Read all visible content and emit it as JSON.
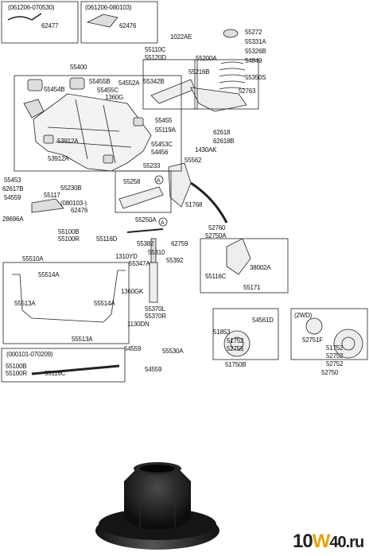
{
  "diagram": {
    "boxes": {
      "box_top_left": "(061206-070530)",
      "box_top_mid": "(061206-080103)",
      "box_2wd": "(2WD)",
      "box_bottom": "(000101-070209)",
      "box_080103": "(080103-)"
    },
    "parts": {
      "p62477": "62477",
      "p62476a": "62476",
      "p1022AE": "1022AE",
      "p55272": "55272",
      "p55331A": "55331A",
      "p55326B": "55326B",
      "p54849": "54849",
      "p55110C": "55110C",
      "p55120D": "55120D",
      "p55200A": "55200A",
      "p55350S": "55350S",
      "p55216B": "55216B",
      "p55400": "55400",
      "p55455B": "55455B",
      "p54552A": "54552A",
      "p55455C": "55455C",
      "p55342B": "55342B",
      "p1360G": "1360G",
      "p55454B": "55454B",
      "p52763": "52763",
      "p55455": "55455",
      "p55119A": "55119A",
      "p62618": "62618",
      "p62618B": "62618B",
      "p53912A1": "53912A",
      "p55453C": "55453C",
      "p54456": "54456",
      "p1430AK": "1430AK",
      "p53912A2": "53912A",
      "p55562": "55562",
      "p55233": "55233",
      "p55453": "55453",
      "p62617B": "62617B",
      "p54559a": "54559",
      "p55230B": "55230B",
      "p55117": "55117",
      "p55258": "55258",
      "p62476b": "62476",
      "p28696A": "28696A",
      "p51768": "51768",
      "p55250A": "55250A",
      "p52760": "52760",
      "p52750A": "52750A",
      "p55100B1": "55100B",
      "p55100R1": "55100R",
      "p55116D": "55116D",
      "p55382": "55382",
      "p62759": "62759",
      "p55310": "55310",
      "p55510A": "55510A",
      "p1310YD": "1310YD",
      "p55347A": "55347A",
      "p55392": "55392",
      "p38002A": "38002A",
      "p55514A1": "55514A",
      "p55116C1": "55116C",
      "p55171": "55171",
      "p1360GK": "1360GK",
      "p55513A1": "55513A",
      "p55370L": "55370L",
      "p55370R": "55370R",
      "p55514A2": "55514A",
      "p1130DN": "1130DN",
      "p54561D": "54561D",
      "p51853": "51853",
      "p51752a": "51752",
      "p52755": "52755",
      "p52751F": "52751F",
      "p51752b": "51752",
      "p52752a": "52752",
      "p55513A2": "55513A",
      "p54559b": "54559",
      "p55530A": "55530A",
      "p51750B": "51750B",
      "p52752b": "52752",
      "p52750": "52750",
      "p55100B2": "55100B",
      "p55100R2": "55100R",
      "p55116C2": "55116C",
      "p54559c": "54559"
    }
  },
  "watermark": {
    "part1": "10",
    "part2": "W",
    "part3": "40.ru"
  },
  "colors": {
    "line": "#222222",
    "watermark_accent": "#e7a200",
    "nut": "#111111"
  }
}
